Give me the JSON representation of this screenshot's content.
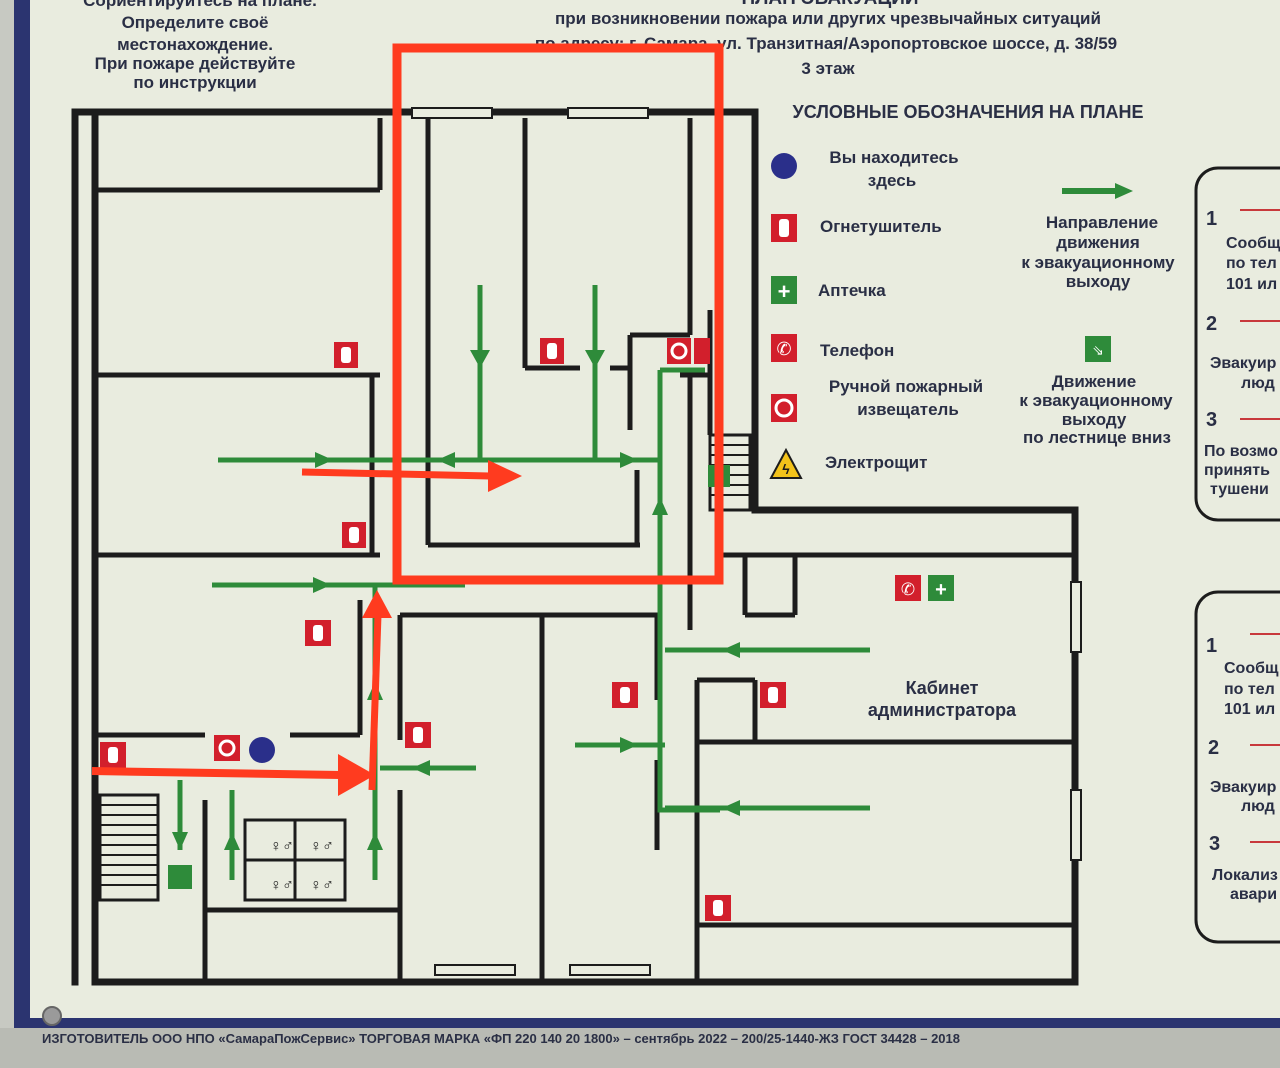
{
  "left_instruction": [
    "Сориентируйтесь на плане.",
    "Определите своё",
    "местонахождение.",
    "При пожаре действуйте",
    "по инструкции"
  ],
  "header": {
    "title_partial": "ПЛАН ЭВАКУАЦИИ",
    "line1": "при возникновении пожара или других чрезвычайных ситуаций",
    "line2": "по адресу: г. Самара, ул. Транзитная/Аэропортовское шоссе, д. 38/59",
    "line3": "3 этаж"
  },
  "legend": {
    "title": "УСЛОВНЫЕ ОБОЗНАЧЕНИЯ НА ПЛАНЕ",
    "you_are_here": [
      "Вы находитесь",
      "здесь"
    ],
    "extinguisher": "Огнетушитель",
    "first_aid": "Аптечка",
    "phone": "Телефон",
    "alarm": [
      "Ручной пожарный",
      "извещатель"
    ],
    "panel": "Электрощит",
    "direction": [
      "Направление",
      "движения",
      "к эвакуационному",
      "выходу"
    ],
    "stairs_down": [
      "Движение",
      "к эвакуационному",
      "выходу",
      "по лестнице вниз"
    ]
  },
  "right_panel_1": {
    "items": [
      {
        "num": "1",
        "lines": [
          "Сообщ",
          "по тел",
          "101 ил"
        ]
      },
      {
        "num": "2",
        "lines": [
          "Эвакуир",
          "люд"
        ]
      },
      {
        "num": "3",
        "lines": [
          "По возмо",
          "принять",
          "тушени"
        ]
      }
    ]
  },
  "right_panel_2": {
    "items": [
      {
        "num": "1",
        "lines": [
          "Сообщ",
          "по тел",
          "101 ил"
        ]
      },
      {
        "num": "2",
        "lines": [
          "Эвакуир",
          "люд"
        ]
      },
      {
        "num": "3",
        "lines": [
          "Локализ",
          "авари"
        ]
      }
    ]
  },
  "room_label": [
    "Кабинет",
    "администратора"
  ],
  "footer": "ИЗГОТОВИТЕЛЬ ООО НПО «СамараПожСервис» ТОРГОВАЯ МАРКА «ФП 220 140 20 1800» – сентябрь 2022 –  200/25-1440-ЖЗ ГОСТ 34428 – 2018",
  "colors": {
    "annotation": "#ff3b1f",
    "route": "#2e8b3a",
    "frame": "#2b3470",
    "board": "#e9ecdf",
    "sign_red": "#d21f2c",
    "marker": "#2a2f8a"
  }
}
